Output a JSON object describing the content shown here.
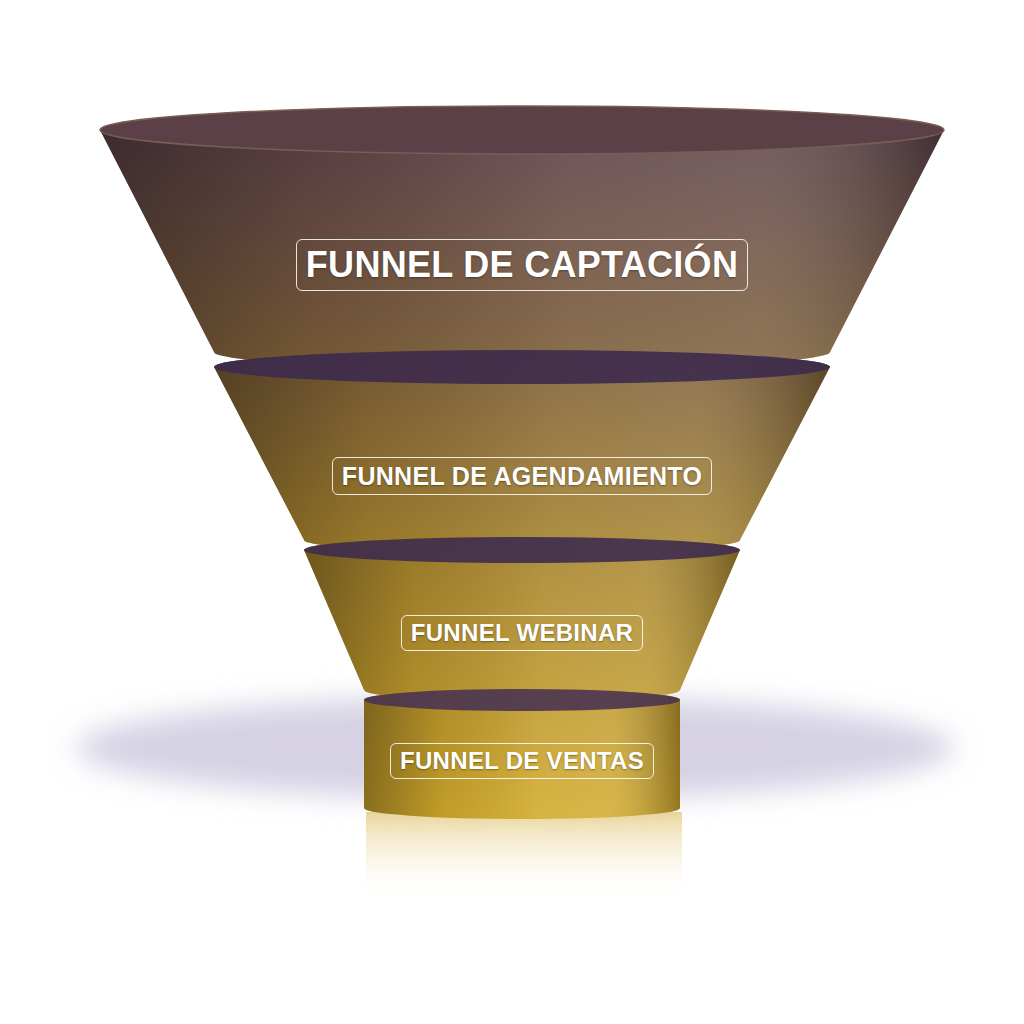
{
  "diagram": {
    "nodes": [
      {
        "text": [
          "FUNNEL DE CAPTACIÓN"
        ]
      },
      {
        "text": [
          "FUNNEL DE AGENDAMIENTO"
        ]
      },
      {
        "text": [
          "FUNNEL WEBINAR"
        ]
      },
      {
        "text": [
          "FUNNEL DE VENTAS"
        ]
      }
    ]
  }
}
